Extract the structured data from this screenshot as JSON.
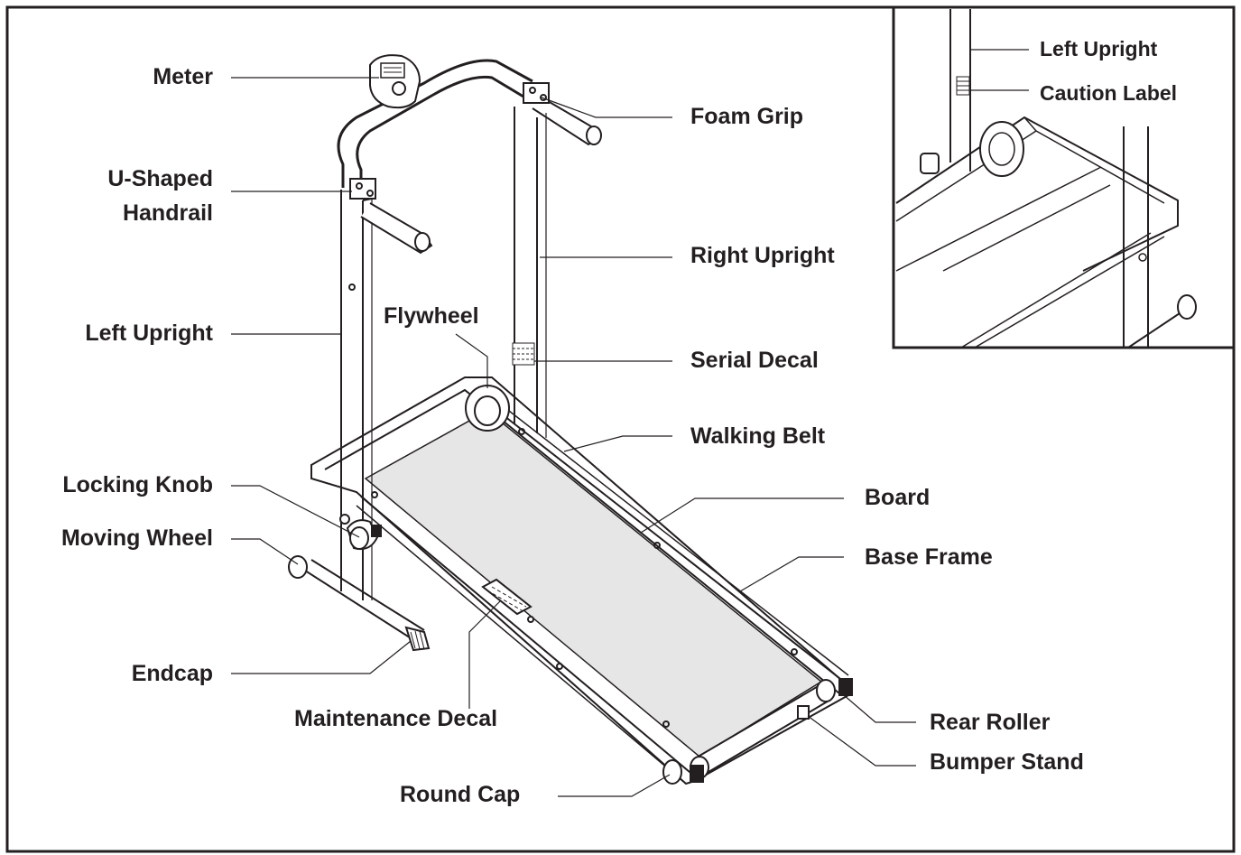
{
  "colors": {
    "ink": "#231f20",
    "belt": "#e6e6e6",
    "background": "#ffffff"
  },
  "labels": {
    "meter": "Meter",
    "u_shaped_handrail_line1": "U-Shaped",
    "u_shaped_handrail_line2": "Handrail",
    "left_upright": "Left Upright",
    "locking_knob": "Locking Knob",
    "moving_wheel": "Moving Wheel",
    "endcap": "Endcap",
    "maintenance_decal": "Maintenance Decal",
    "round_cap": "Round Cap",
    "foam_grip": "Foam Grip",
    "right_upright": "Right Upright",
    "flywheel": "Flywheel",
    "serial_decal": "Serial Decal",
    "walking_belt": "Walking Belt",
    "board": "Board",
    "base_frame": "Base Frame",
    "rear_roller": "Rear Roller",
    "bumper_stand": "Bumper Stand"
  },
  "inset": {
    "left_upright": "Left Upright",
    "caution_label": "Caution Label"
  }
}
